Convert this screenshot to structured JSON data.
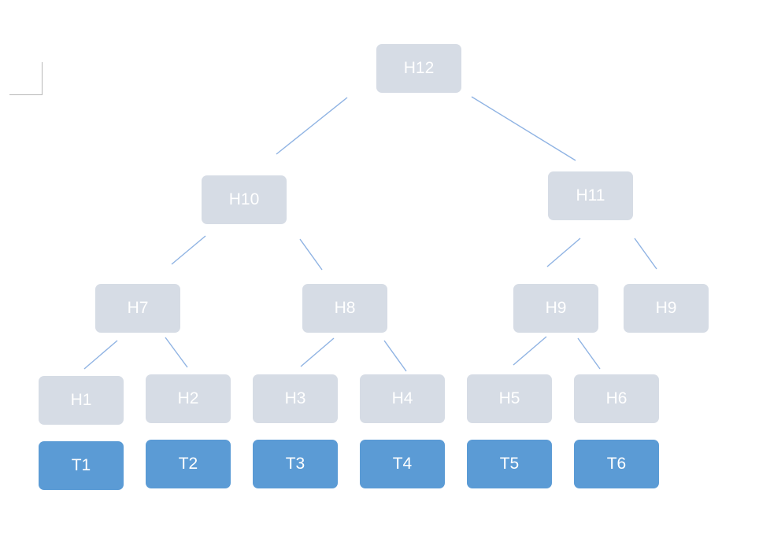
{
  "diagram": {
    "colors": {
      "hash_fill": "#d6dce5",
      "tx_fill": "#5b9bd5",
      "label_text": "#ffffff",
      "connector": "#8fb3e3"
    },
    "hash_nodes": {
      "h12": "H12",
      "h10": "H10",
      "h11": "H11",
      "h7": "H7",
      "h8": "H8",
      "h9a": "H9",
      "h9b": "H9",
      "h1": "H1",
      "h2": "H2",
      "h3": "H3",
      "h4": "H4",
      "h5": "H5",
      "h6": "H6"
    },
    "tx_nodes": {
      "t1": "T1",
      "t2": "T2",
      "t3": "T3",
      "t4": "T4",
      "t5": "T5",
      "t6": "T6"
    }
  }
}
